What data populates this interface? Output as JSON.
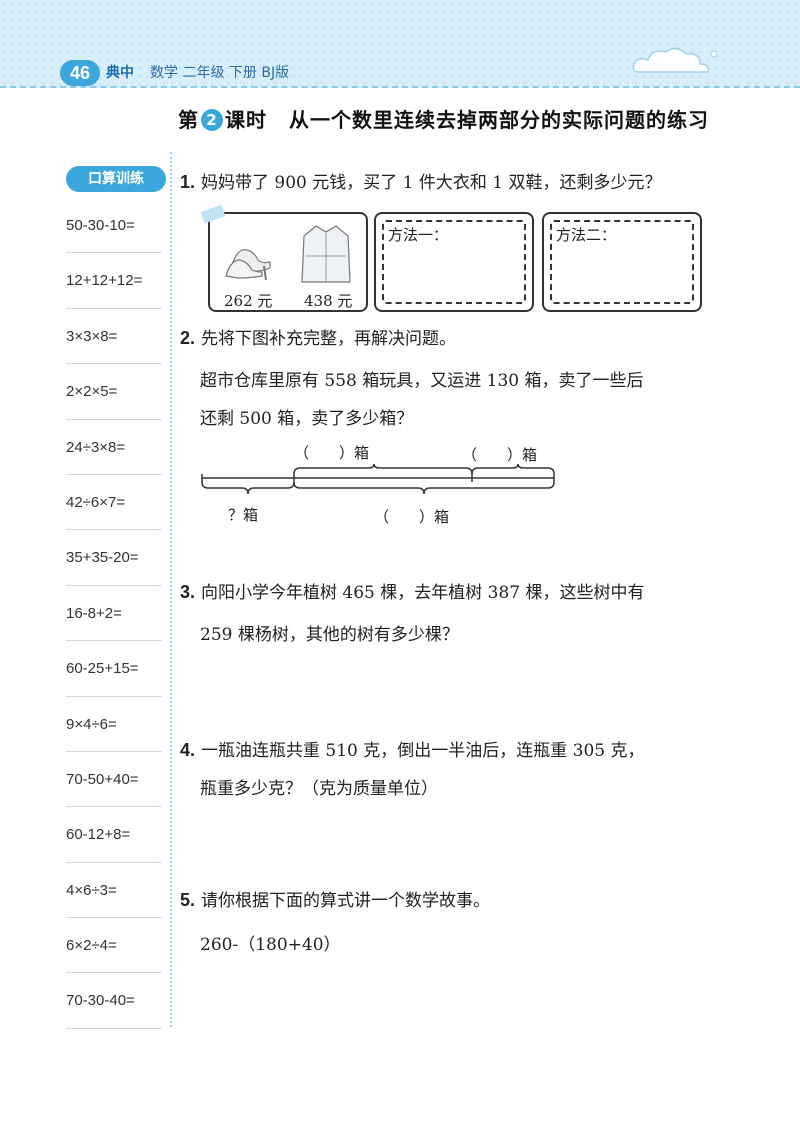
{
  "header": {
    "page_number": "46",
    "brand": "典中",
    "book_info": "数学 二年级 下册 BJ版"
  },
  "lesson": {
    "prefix": "第",
    "number": "2",
    "suffix": "课时",
    "title": "从一个数里连续去掉两部分的实际问题的练习"
  },
  "sidebar": {
    "badge": "口算训练",
    "items": [
      "50-30-10=",
      "12+12+12=",
      "3×3×8=",
      "2×2×5=",
      "24÷3×8=",
      "42÷6×7=",
      "35+35-20=",
      "16-8+2=",
      "60-25+15=",
      "9×4÷6=",
      "70-50+40=",
      "60-12+8=",
      "4×6÷3=",
      "6×2÷4=",
      "70-30-40="
    ]
  },
  "q1": {
    "num": "1.",
    "text": "妈妈带了 900 元钱，买了 1 件大衣和 1 双鞋，还剩多少元？",
    "shoes_price": "262 元",
    "coat_price": "438 元",
    "method1": "方法一：",
    "method2": "方法二："
  },
  "q2": {
    "num": "2.",
    "text": "先将下图补充完整，再解决问题。",
    "line1": "超市仓库里原有 558 箱玩具，又运进 130 箱，卖了一些后",
    "line2": "还剩 500 箱，卖了多少箱？",
    "label_top_left": "（　　）箱",
    "label_top_right": "（　　）箱",
    "label_bottom_left": "？箱",
    "label_bottom_right": "（　　）箱"
  },
  "q3": {
    "num": "3.",
    "line1": "向阳小学今年植树 465 棵，去年植树 387 棵，这些树中有",
    "line2": "259 棵杨树，其他的树有多少棵？"
  },
  "q4": {
    "num": "4.",
    "line1": "一瓶油连瓶共重 510 克，倒出一半油后，连瓶重 305 克，",
    "line2": "瓶重多少克？（克为质量单位）"
  },
  "q5": {
    "num": "5.",
    "text": "请你根据下面的算式讲一个数学故事。",
    "expression": "260-（180+40）"
  }
}
